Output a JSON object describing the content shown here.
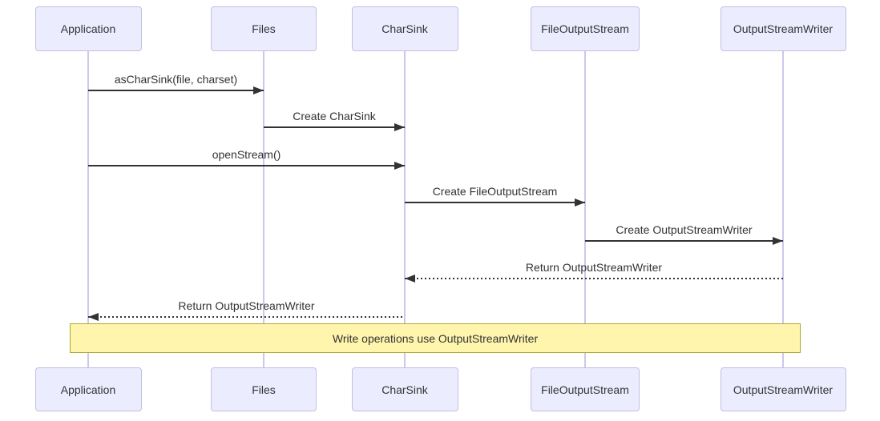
{
  "diagram_type": "sequence-diagram",
  "participants": [
    {
      "label": "Application"
    },
    {
      "label": "Files"
    },
    {
      "label": "CharSink"
    },
    {
      "label": "FileOutputStream"
    },
    {
      "label": "OutputStreamWriter"
    }
  ],
  "messages": [
    {
      "from": "Application",
      "to": "Files",
      "label": "asCharSink(file, charset)",
      "line": "solid"
    },
    {
      "from": "Files",
      "to": "CharSink",
      "label": "Create CharSink",
      "line": "solid"
    },
    {
      "from": "Application",
      "to": "CharSink",
      "label": "openStream()",
      "line": "solid"
    },
    {
      "from": "CharSink",
      "to": "FileOutputStream",
      "label": "Create FileOutputStream",
      "line": "solid"
    },
    {
      "from": "FileOutputStream",
      "to": "OutputStreamWriter",
      "label": "Create OutputStreamWriter",
      "line": "solid"
    },
    {
      "from": "OutputStreamWriter",
      "to": "CharSink",
      "label": "Return OutputStreamWriter",
      "line": "dashed"
    },
    {
      "from": "CharSink",
      "to": "Application",
      "label": "Return OutputStreamWriter",
      "line": "dashed"
    }
  ],
  "note": {
    "text": "Write operations use OutputStreamWriter",
    "over": "Application to OutputStreamWriter"
  },
  "colors": {
    "actor_fill": "#ECECFF",
    "actor_border": "#c3bfe0",
    "lifeline": "#cfc6ec",
    "arrow": "#333333",
    "text": "#333333",
    "note_fill": "#fff5ad",
    "note_border": "#aaaa33",
    "background": "#ffffff"
  }
}
